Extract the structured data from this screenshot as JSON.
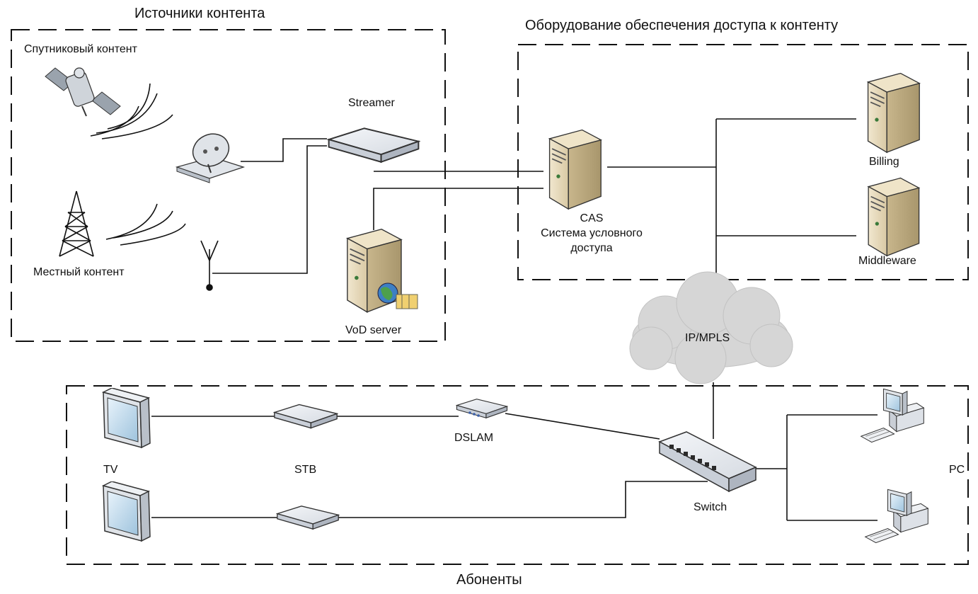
{
  "groups": {
    "sources": "Источники контента",
    "access": "Оборудование обеспечения доступа к контенту",
    "subscribers": "Абоненты"
  },
  "sources": {
    "satellite": "Спутниковый контент",
    "local": "Местный контент",
    "streamer": "Streamer",
    "vod": "VoD server"
  },
  "access": {
    "cas_line1": "CAS",
    "cas_line2": "Система условного",
    "cas_line3": "доступа",
    "billing": "Billing",
    "middleware": "Middleware"
  },
  "network": {
    "cloud": "IP/MPLS"
  },
  "subscribers": {
    "tv": "TV",
    "stb": "STB",
    "dslam": "DSLAM",
    "switch": "Switch",
    "pc": "PC"
  },
  "icons": [
    "satellite-icon",
    "satellite-dish-icon",
    "radio-tower-icon",
    "antenna-icon",
    "streamer-icon",
    "vod-server-icon",
    "cas-server-icon",
    "billing-server-icon",
    "middleware-server-icon",
    "cloud-icon",
    "tv-icon",
    "stb-icon",
    "dslam-icon",
    "switch-icon",
    "pc-icon"
  ],
  "colors": {
    "server": "#e8dcc0",
    "box": "#e6e9ee",
    "line": "#111111",
    "cloud": "#d3d3d3"
  }
}
